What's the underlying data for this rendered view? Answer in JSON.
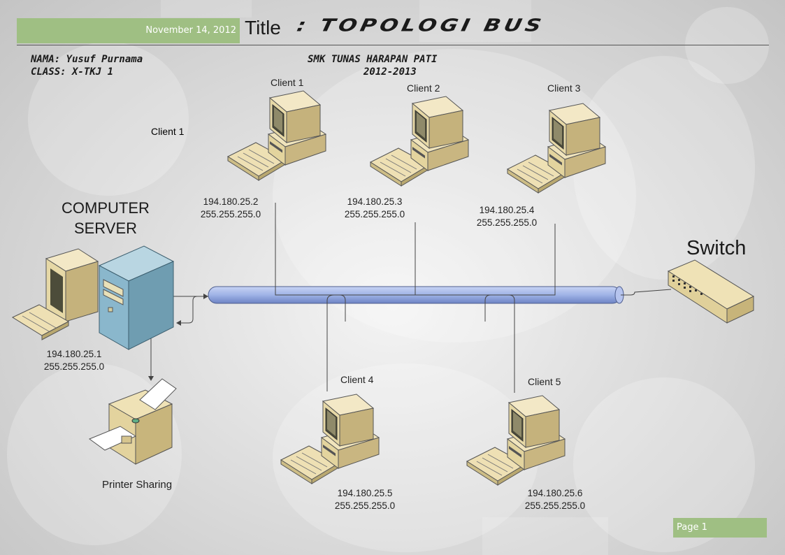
{
  "header": {
    "date": "November 14, 2012",
    "title_label": "Title",
    "title_text": ": TOPOLOGI BUS"
  },
  "info": {
    "nama": "NAMA: Yusuf Purnama",
    "class": "CLASS: X-TKJ 1",
    "school": "SMK TUNAS HARAPAN PATI",
    "year": "2012-2013"
  },
  "stray_label": "Client 1",
  "server": {
    "title_line1": "COMPUTER",
    "title_line2": "SERVER",
    "ip": "194.180.25.1",
    "mask": "255.255.255.0"
  },
  "switch": {
    "label": "Switch"
  },
  "printer": {
    "label": "Printer Sharing"
  },
  "clients": [
    {
      "name": "Client 1",
      "ip": "194.180.25.2",
      "mask": "255.255.255.0"
    },
    {
      "name": "Client 2",
      "ip": "194.180.25.3",
      "mask": "255.255.255.0"
    },
    {
      "name": "Client 3",
      "ip": "194.180.25.4",
      "mask": "255.255.255.0"
    },
    {
      "name": "Client 4",
      "ip": "194.180.25.5",
      "mask": "255.255.255.0"
    },
    {
      "name": "Client 5",
      "ip": "194.180.25.6",
      "mask": "255.255.255.0"
    }
  ],
  "footer": {
    "page": "Page 1"
  },
  "colors": {
    "accent_green": "#9fbf83",
    "bus_blue": "#9fb3e6",
    "computer_beige": "#e6d8a6",
    "server_blue": "#8ab7cc"
  }
}
